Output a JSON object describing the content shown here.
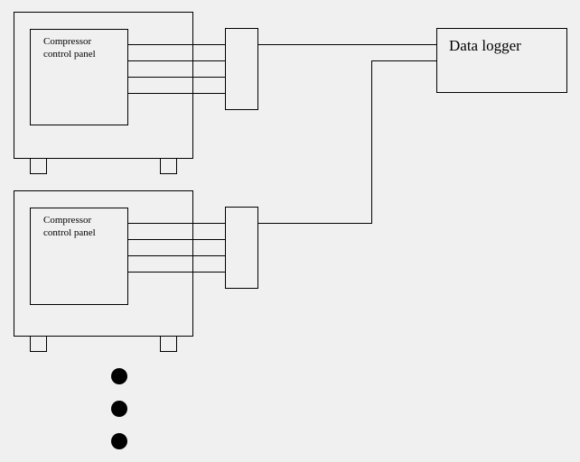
{
  "units": [
    {
      "panel_label_line1": "Compressor",
      "panel_label_line2": "control panel"
    },
    {
      "panel_label_line1": "Compressor",
      "panel_label_line2": "control panel"
    }
  ],
  "data_logger": {
    "label": "Data logger"
  },
  "continuation": {
    "dot_count": 3
  }
}
